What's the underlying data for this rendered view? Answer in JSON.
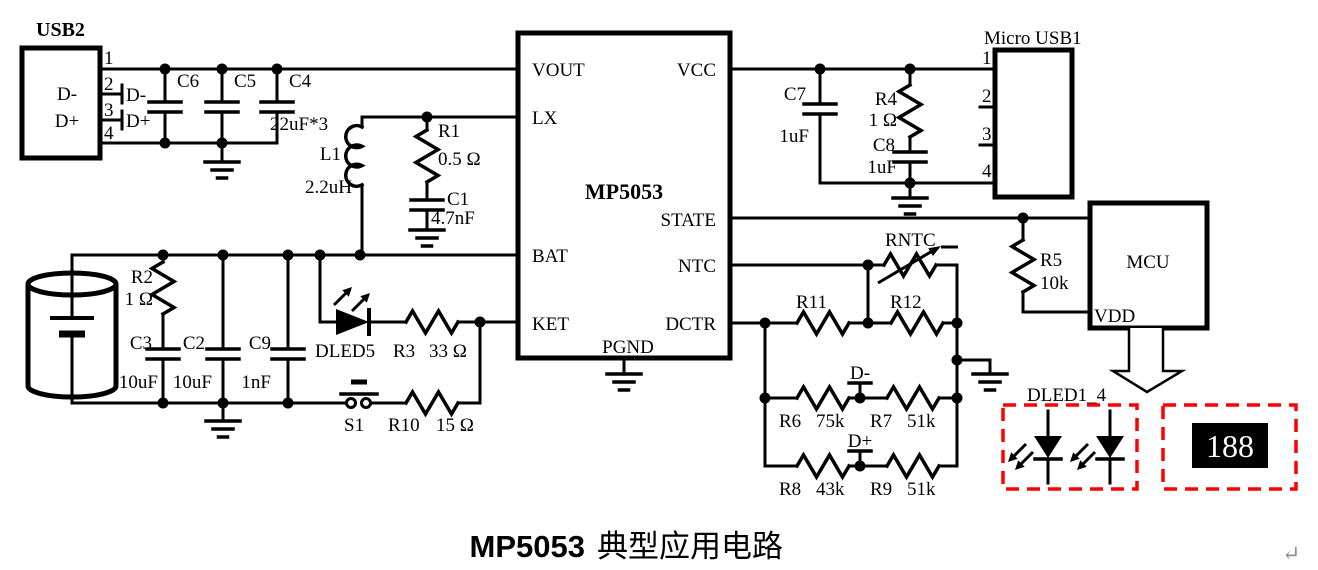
{
  "title": {
    "part_number": "MP5053",
    "description": "典型应用电路"
  },
  "connectors": {
    "usb2": {
      "label": "USB2",
      "pin_numbers": [
        "1",
        "2",
        "3",
        "4"
      ],
      "inner_labels": {
        "dm": "D-",
        "dp": "D+"
      },
      "stub_labels": {
        "dm": "D-",
        "dp": "D+"
      }
    },
    "micro_usb1": {
      "label": "Micro USB1",
      "pin_numbers": [
        "1",
        "2",
        "3",
        "4"
      ]
    }
  },
  "ic": {
    "name": "MP5053",
    "pins": {
      "vout": "VOUT",
      "lx": "LX",
      "bat": "BAT",
      "ket": "KET",
      "vcc": "VCC",
      "state": "STATE",
      "ntc": "NTC",
      "dctr": "DCTR",
      "pgnd": "PGND"
    }
  },
  "mcu": {
    "label": "MCU",
    "vdd_pin": "VDD"
  },
  "parts": {
    "c6": {
      "ref": "C6"
    },
    "c5": {
      "ref": "C5"
    },
    "c4": {
      "ref": "C4",
      "value": "22uF*3"
    },
    "l1": {
      "ref": "L1",
      "value": "2.2uH"
    },
    "r1": {
      "ref": "R1",
      "value": "0.5 Ω"
    },
    "c1": {
      "ref": "C1",
      "value": "4.7nF"
    },
    "r2": {
      "ref": "R2",
      "value": "1 Ω"
    },
    "c3": {
      "ref": "C3",
      "value": "10uF"
    },
    "c2": {
      "ref": "C2",
      "value": "10uF"
    },
    "c9": {
      "ref": "C9",
      "value": "1nF"
    },
    "dled5": {
      "ref": "DLED5"
    },
    "r3": {
      "ref": "R3",
      "value": "33 Ω"
    },
    "s1": {
      "ref": "S1"
    },
    "r10": {
      "ref": "R10",
      "value": "15 Ω"
    },
    "c7": {
      "ref": "C7",
      "value": "1uF"
    },
    "r4": {
      "ref": "R4",
      "value": "1 Ω"
    },
    "c8": {
      "ref": "C8",
      "value": "1uF"
    },
    "r5": {
      "ref": "R5",
      "value": "10k"
    },
    "rntc": {
      "ref": "RNTC"
    },
    "r11": {
      "ref": "R11"
    },
    "r12": {
      "ref": "R12"
    },
    "r6": {
      "ref": "R6",
      "value": "75k"
    },
    "r7": {
      "ref": "R7",
      "value": "51k"
    },
    "r8": {
      "ref": "R8",
      "value": "43k"
    },
    "r9": {
      "ref": "R9",
      "value": "51k"
    },
    "d_minus_tap": {
      "ref": "D-"
    },
    "d_plus_tap": {
      "ref": "D+"
    }
  },
  "led_group": {
    "label": "DLED1_4"
  },
  "display": {
    "value": "188"
  },
  "misc": {
    "return_mark": "↵"
  },
  "colors": {
    "wire": "#000000",
    "highlight": "#ff0000",
    "display_bg": "#000000",
    "display_fg": "#ffffff",
    "return_gray": "#8f8f8f"
  }
}
